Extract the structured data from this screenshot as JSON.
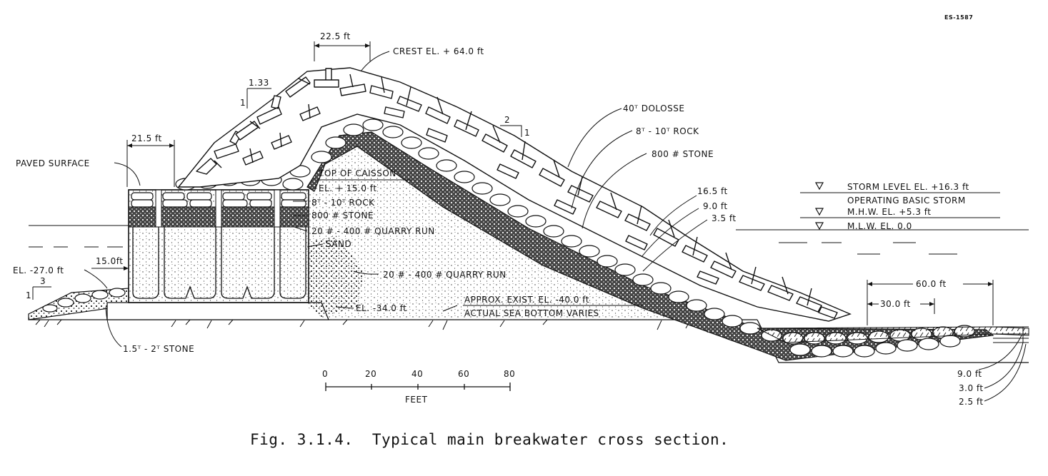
{
  "doc_id": "ES-1587",
  "caption": "Fig. 3.1.4.  Typical main breakwater cross section.",
  "dimensions": {
    "crest_width": "22.5 ft",
    "caisson_width": "21.5 ft",
    "toe_width": "15.0ft",
    "slope_left": "1.33",
    "slope_left_unit": "1",
    "slope_right_h": "2",
    "slope_right_v": "1",
    "slope_toe_h": "3",
    "slope_toe_v": "1",
    "berm_outer": "60.0 ft",
    "berm_inner": "30.0 ft",
    "layer_16_5": "16.5 ft",
    "layer_9_0": "9.0 ft",
    "layer_3_5": "3.5 ft",
    "toe_9_0": "9.0 ft",
    "toe_3_0": "3.0 ft",
    "toe_2_5": "2.5 ft"
  },
  "labels": {
    "crest": "CREST EL. + 64.0 ft",
    "dolosse": "40ᵀ DOLOSSE",
    "rock_right": "8ᵀ - 10ᵀ ROCK",
    "stone_right": "800 # STONE",
    "paved": "PAVED SURFACE",
    "caisson_top_1": "TOP OF CAISSON",
    "caisson_top_2": "EL. + 15.0 ft",
    "rock_left": "8ᵀ - 10ᵀ ROCK",
    "stone_left": "800 # STONE",
    "quarry_1": "20 # - 400 # QUARRY RUN",
    "sand": "SAND",
    "quarry_2": "20 # - 400 # QUARRY RUN",
    "el_27": "EL. -27.0 ft",
    "el_34": "EL. -34.0 ft",
    "bottom_1": "APPROX. EXIST. EL. -40.0 ft",
    "bottom_2": "ACTUAL SEA BOTTOM VARIES",
    "toe_stone": "1.5ᵀ - 2ᵀ STONE",
    "storm": "STORM LEVEL EL. +16.3 ft",
    "operating": "OPERATING BASIC STORM",
    "mhw": "M.H.W. EL. +5.3 ft",
    "mlw": "M.L.W. EL. 0.0"
  },
  "scale": {
    "ticks": [
      "0",
      "20",
      "40",
      "60",
      "80"
    ],
    "unit": "FEET"
  }
}
